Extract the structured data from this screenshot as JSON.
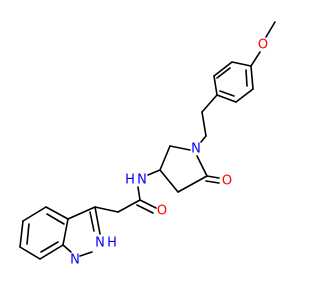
{
  "molecule": {
    "atom_labels": {
      "o_methoxy": "O",
      "n_ring": "N",
      "o_lactam": "O",
      "n_amide": "N",
      "h_amide": "H",
      "o_amide": "O",
      "n_indazole": "N",
      "nh_indazole": "N",
      "h_indazole": "H"
    },
    "colors": {
      "bond": "#000000",
      "nitrogen": "#0000ff",
      "oxygen": "#ff0000"
    }
  }
}
